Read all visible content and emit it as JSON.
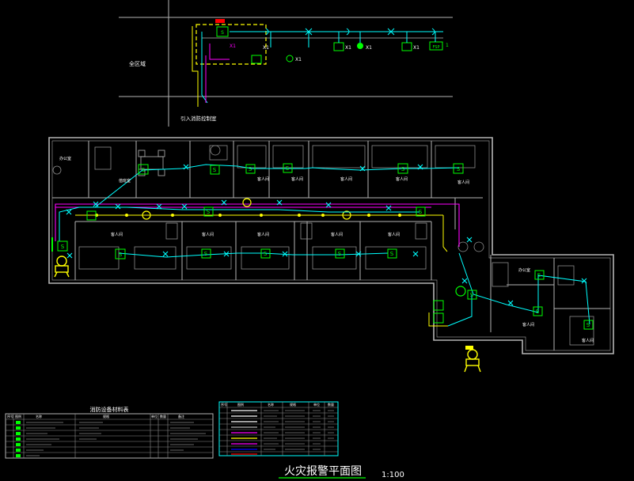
{
  "drawing": {
    "title": "火灾报警平面图",
    "scale": "1:100",
    "colors": {
      "background": "#000000",
      "wall": "#b4b4b4",
      "signal": "#00ffff",
      "power": "#ff00ff",
      "device": "#00ff00",
      "module": "#ffff00",
      "marker": "#ff0000",
      "text": "#ffffff"
    }
  },
  "system_diagram": {
    "left_label": "全区域",
    "bottom_label": "引入消防控制室",
    "device_tags": [
      "X1",
      "X1",
      "X1",
      "X1",
      "X1",
      "X1"
    ],
    "module_codes": [
      "FSP",
      "1"
    ],
    "icons": [
      "smoke-detector-icon",
      "heat-detector-icon",
      "manual-call-point-icon",
      "alarm-bell-icon",
      "module-icon"
    ]
  },
  "floor_plan": {
    "room_labels": [
      "值班室",
      "办公室",
      "客人间",
      "客人间",
      "客人间",
      "客人间",
      "客人间",
      "客人间",
      "客人间",
      "客人间",
      "客人间",
      "客人间",
      "办公室",
      "客人间",
      "客人间"
    ]
  },
  "legend_left": {
    "title": "消防设备材料表",
    "headers": [
      "序号",
      "图例",
      "名称",
      "规格",
      "单位",
      "数量",
      "备注"
    ]
  },
  "legend_right": {
    "headers": [
      "序号",
      "图例",
      "名称",
      "规格",
      "单位",
      "数量"
    ]
  }
}
